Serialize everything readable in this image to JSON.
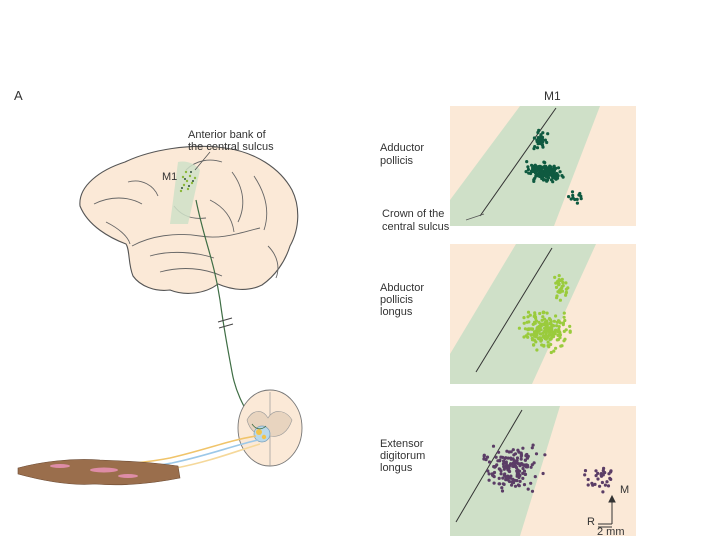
{
  "panel_letter": "A",
  "top_label": "M1",
  "brain": {
    "m1_label": "M1",
    "anterior_bank_label_line1": "Anterior bank of",
    "anterior_bank_label_line2": "the central sulcus"
  },
  "maps": [
    {
      "muscle_line1": "Adductor",
      "muscle_line2": "pollicis",
      "muscle_line3": "",
      "dot_color": "#0f5a40"
    },
    {
      "muscle_line1": "Abductor",
      "muscle_line2": "pollicis",
      "muscle_line3": "longus",
      "dot_color": "#9acb3c"
    },
    {
      "muscle_line1": "Extensor",
      "muscle_line2": "digitorum",
      "muscle_line3": "longus",
      "dot_color": "#5b3d66"
    }
  ],
  "crown_label_line1": "Crown of the",
  "crown_label_line2": "central sulcus",
  "orientation": {
    "medial": "M",
    "rostral": "R"
  },
  "scale_bar": "2 mm",
  "colors": {
    "map_background": "#fbe9d7",
    "cortex_band": "#cfe0c8",
    "brain_fill": "#fbe9d7",
    "brain_outline": "#555555"
  }
}
